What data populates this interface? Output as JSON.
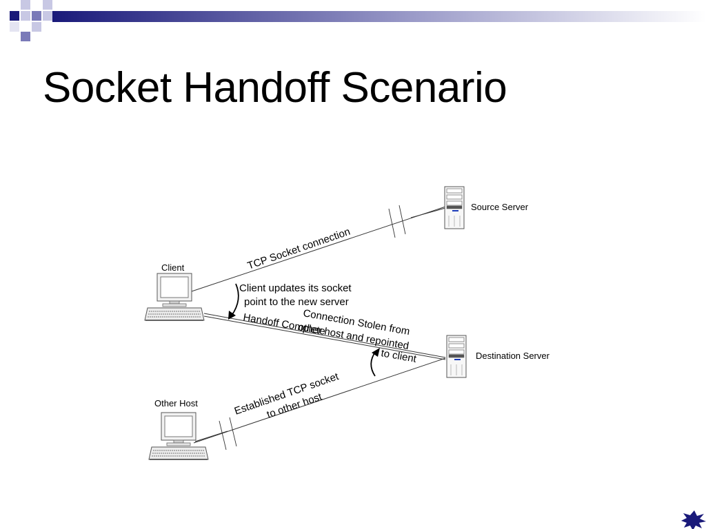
{
  "slide": {
    "title": "Socket Handoff Scenario"
  },
  "nodes": {
    "client": "Client",
    "other_host": "Other Host",
    "source_server": "Source Server",
    "destination_server": "Destination Server"
  },
  "edges": {
    "tcp_socket_connection": "TCP Socket connection",
    "established_line1": "Established TCP socket",
    "established_line2": "to other host",
    "handoff_complete": "Handoff Complete"
  },
  "annotations": {
    "client_update_line1": "Client updates its socket",
    "client_update_line2": "point to the new server",
    "stolen_line1": "Connection Stolen from",
    "stolen_line2": "other host and repointed",
    "stolen_line3": "to client"
  },
  "colors": {
    "accent": "#1a1a7a",
    "line": "#333333"
  }
}
